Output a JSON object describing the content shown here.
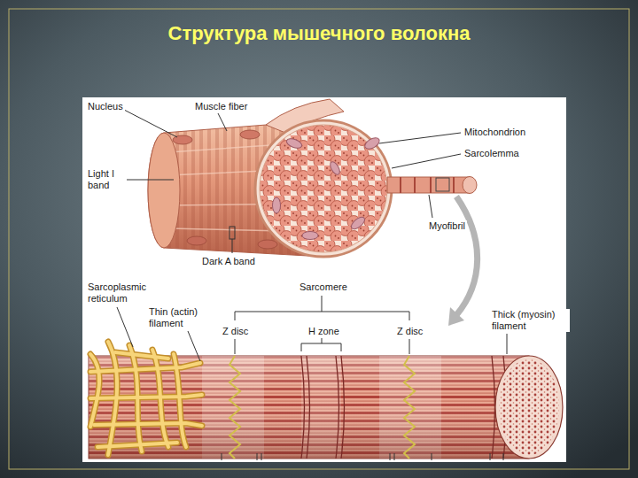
{
  "diagram": {
    "title": "Структура мышечного волокна",
    "labels": [
      "Nucleus",
      "Muscle fiber",
      "Mitochondrion",
      "Sarcolemma",
      "Light I band",
      "Myofibril",
      "Dark A band",
      "Sarcoplasmic reticulum",
      "Sarcomere",
      "Thin (actin) filament",
      "Z disc",
      "H zone",
      "Z disc",
      "Thick (myosin) filament"
    ]
  }
}
